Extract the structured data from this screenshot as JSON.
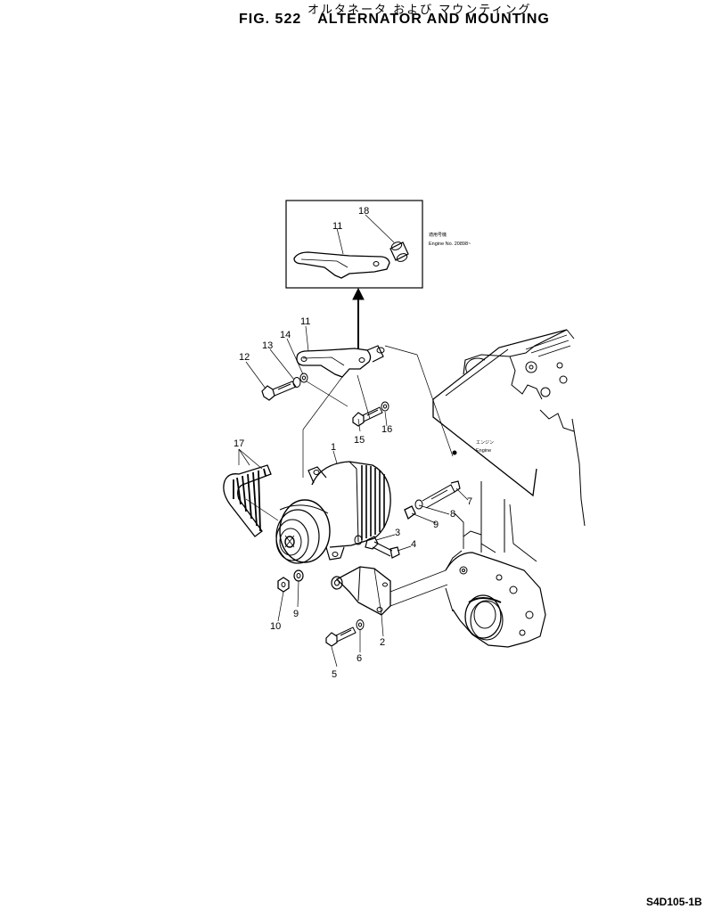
{
  "header": {
    "japanese_title": "オルタネータ および マウンティング",
    "fig_number": "FIG. 522",
    "title": "ALTERNATOR AND MOUNTING"
  },
  "inset": {
    "note_japanese": "適用号機",
    "note_english": "Engine No. 20898~"
  },
  "engine_label": {
    "japanese": "エンジン",
    "english": "Engine"
  },
  "callouts": {
    "c1": "1",
    "c2": "2",
    "c3": "3",
    "c4": "4",
    "c5": "5",
    "c6": "6",
    "c7": "7",
    "c8": "8",
    "c9a": "9",
    "c9b": "9",
    "c10": "10",
    "c11a": "11",
    "c11b": "11",
    "c12": "12",
    "c13": "13",
    "c14": "14",
    "c15": "15",
    "c16": "16",
    "c17": "17",
    "c18": "18"
  },
  "footer": {
    "doc_code": "S4D105-1B"
  }
}
